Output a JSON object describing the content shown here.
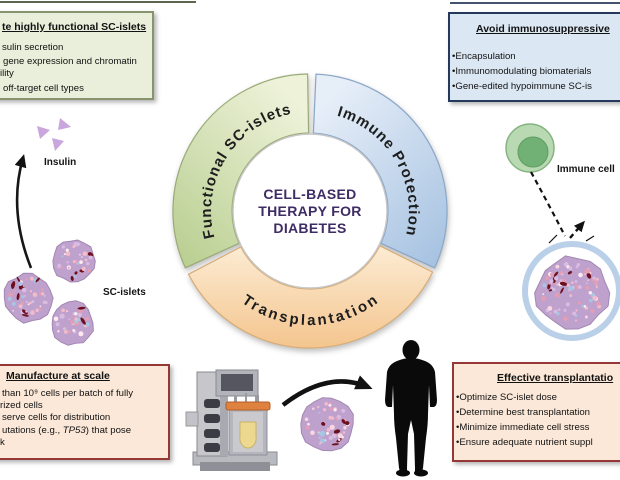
{
  "ring": {
    "center_lines": [
      "CELL-BASED",
      "THERAPY FOR",
      "DIABETES"
    ],
    "center_color": "#3e2c64",
    "segments": [
      {
        "id": "functional",
        "label": "Functional SC-islets",
        "color": "#c3d795"
      },
      {
        "id": "immune",
        "label": "Immune Protection",
        "color": "#a9c6e5"
      },
      {
        "id": "transplantation",
        "label": "Transplantation",
        "color": "#f6cb97"
      }
    ]
  },
  "boxes": {
    "functional": {
      "title": "te highly functional SC-islets",
      "lines": [
        "sulin secretion",
        "gene expression and chromatin",
        "ility",
        "off-target cell types"
      ],
      "bg": "#e9efda",
      "border": "#87946f"
    },
    "immune": {
      "title": "Avoid immunosuppressive",
      "lines": [
        "•Encapsulation",
        "•Immunomodulating biomaterials",
        "•Gene-edited hypoimmune SC-is"
      ],
      "bg": "#dbe7f3",
      "border": "#24395c"
    },
    "manufacture": {
      "title": "Manufacture at scale",
      "line1": "than 10⁹ cells per batch of fully",
      "line2": "rized cells",
      "line3": "serve cells for distribution",
      "line4_pre": "utations (e.g., ",
      "line4_italic": "TP53",
      "line4_post": ") that pose",
      "line5": "k",
      "bg": "#fbe8d8",
      "border": "#943735"
    },
    "transplant": {
      "title": "Effective transplantatio",
      "lines": [
        "•Optimize SC-islet dose",
        "•Determine best transplantation",
        "•Minimize immediate cell stress",
        "•Ensure adequate nutrient suppl"
      ],
      "bg": "#fbe8d8",
      "border": "#943735"
    }
  },
  "labels": {
    "insulin": "Insulin",
    "sc_islets": "SC-islets",
    "immune_cell": "Immune cell"
  },
  "illustration_colors": {
    "islet_base": "#bfa1cd",
    "islet_speck_dark": "#6d0f1d",
    "insulin_triangle": "#c9a6dc",
    "immune_cell_outer": "#b9d9b3",
    "immune_cell_nucleus": "#72b175",
    "capsule_ring": "#b9d0e8",
    "human_silhouette": "#0a0a0a"
  }
}
